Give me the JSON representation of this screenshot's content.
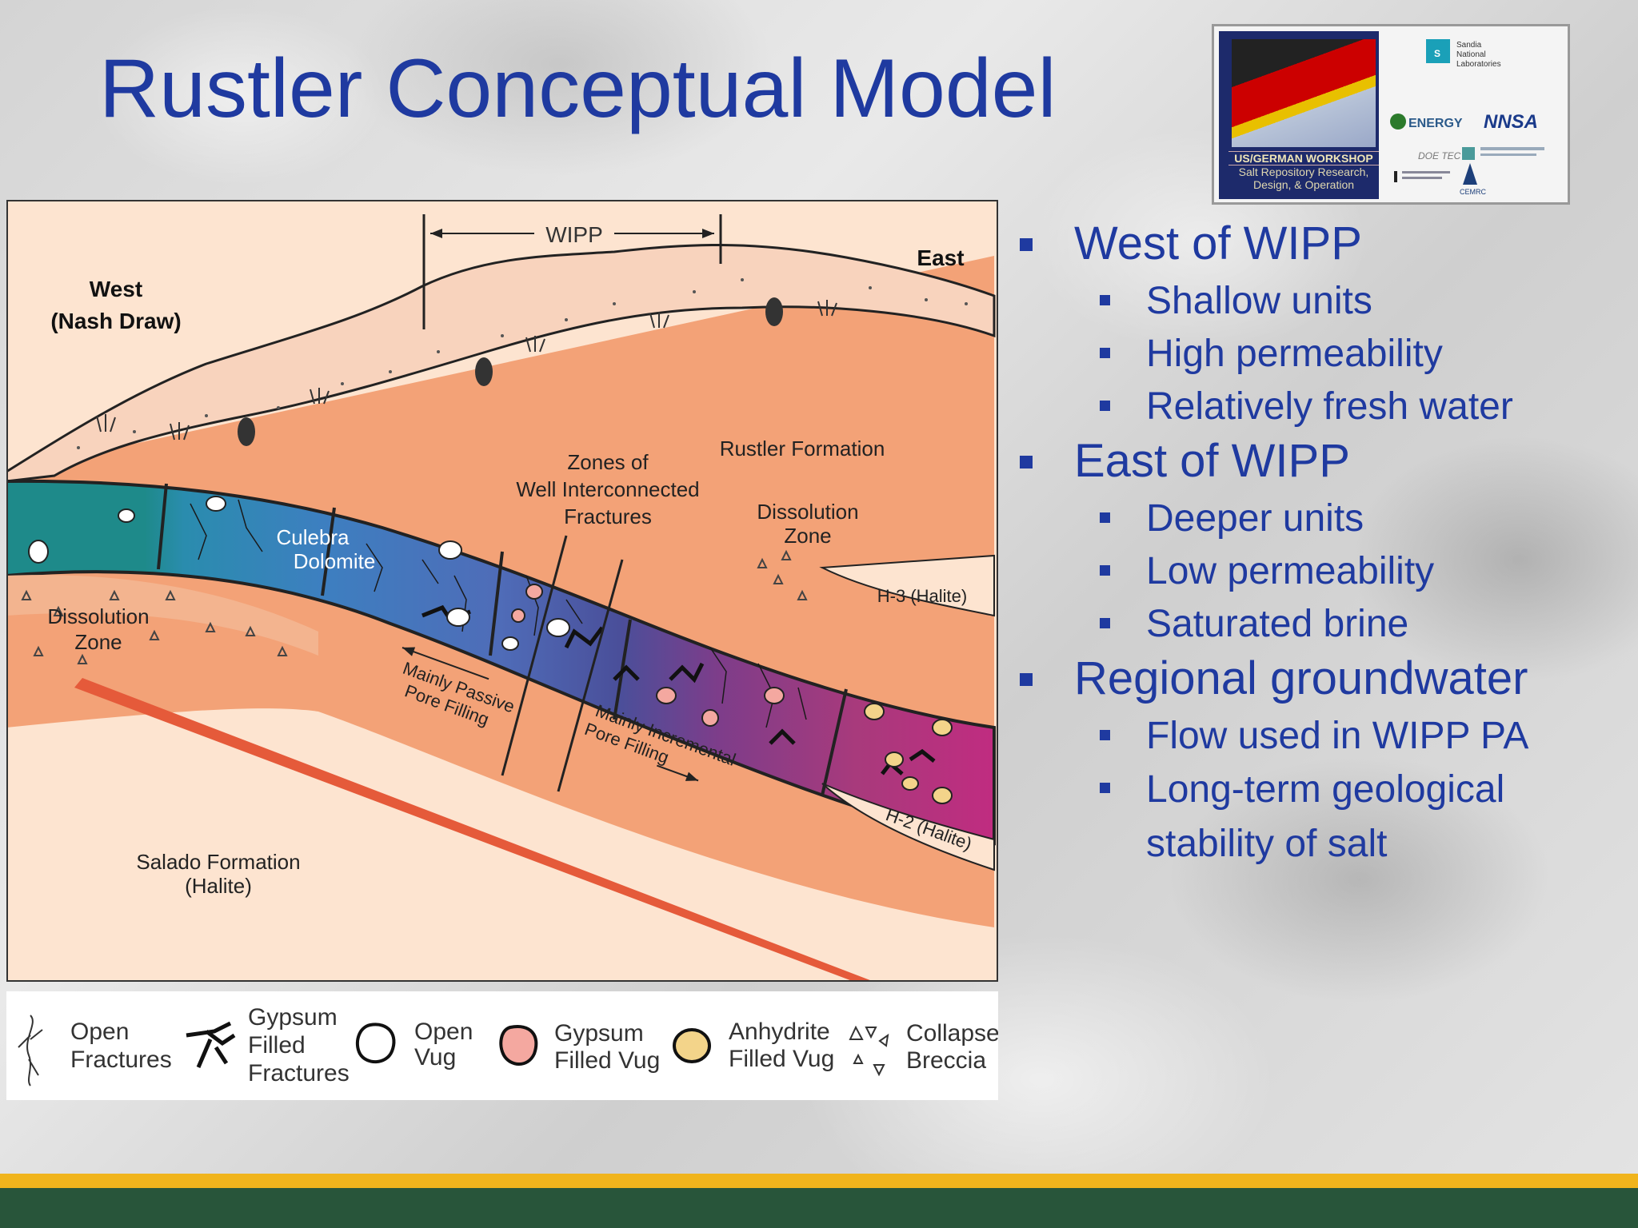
{
  "slide": {
    "title": "Rustler Conceptual Model"
  },
  "logo": {
    "workshop_title": "US/GERMAN WORKSHOP",
    "workshop_sub1": "Salt Repository Research,",
    "workshop_sub2": "Design, & Operation",
    "sandia": "Sandia National Laboratories",
    "energy": "ENERGY",
    "nnsa": "NNSA",
    "doe_tec": "DOE TEC",
    "cemrc": "CEMRC"
  },
  "diagram": {
    "wipp": "WIPP",
    "west": "West",
    "nash_draw": "(Nash Draw)",
    "east": "East",
    "rustler_formation": "Rustler Formation",
    "zones_l1": "Zones of",
    "zones_l2": "Well Interconnected",
    "zones_l3": "Fractures",
    "dissolution_east_l1": "Dissolution",
    "dissolution_east_l2": "Zone",
    "h3": "H-3 (Halite)",
    "culebra_l1": "Culebra",
    "culebra_l2": "Dolomite",
    "dissolution_west_l1": "Dissolution",
    "dissolution_west_l2": "Zone",
    "passive_l1": "Mainly Passive",
    "passive_l2": "Pore Filling",
    "incremental_l1": "Mainly Incremental",
    "incremental_l2": "Pore Filling",
    "h2": "H-2 (Halite)",
    "salado_l1": "Salado Formation",
    "salado_l2": "(Halite)"
  },
  "legend": [
    {
      "l1": "Open",
      "l2": "Fractures",
      "l3": "",
      "icon": "open-fractures-icon"
    },
    {
      "l1": "Gypsum",
      "l2": "Filled",
      "l3": "Fractures",
      "icon": "gypsum-filled-fractures-icon"
    },
    {
      "l1": "Open",
      "l2": "Vug",
      "l3": "",
      "icon": "open-vug-icon"
    },
    {
      "l1": "Gypsum",
      "l2": "Filled Vug",
      "l3": "",
      "icon": "gypsum-filled-vug-icon"
    },
    {
      "l1": "Anhydrite",
      "l2": "Filled Vug",
      "l3": "",
      "icon": "anhydrite-filled-vug-icon"
    },
    {
      "l1": "Collapse",
      "l2": "Breccia",
      "l3": "",
      "icon": "collapse-breccia-icon"
    }
  ],
  "bullets": [
    {
      "text": "West of WIPP",
      "sub": [
        "Shallow units",
        "High permeability",
        "Relatively fresh water"
      ]
    },
    {
      "text": "East of WIPP",
      "sub": [
        "Deeper units",
        "Low permeability",
        "Saturated brine"
      ]
    },
    {
      "text": "Regional groundwater",
      "sub": [
        "Flow used in WIPP PA",
        "Long-term geological stability of salt"
      ]
    }
  ],
  "colors": {
    "title": "#1f3aa0",
    "footer_gold": "#f0b41c",
    "footer_green": "#28553a"
  }
}
